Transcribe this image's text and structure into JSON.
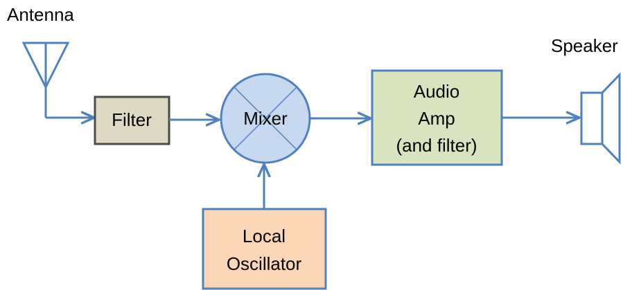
{
  "labels": {
    "antenna": "Antenna",
    "speaker": "Speaker"
  },
  "blocks": {
    "filter": "Filter",
    "mixer": "Mixer",
    "audio_amp": [
      "Audio",
      "Amp",
      "(and filter)"
    ],
    "local_oscillator": [
      "Local",
      "Oscillator"
    ]
  },
  "colors": {
    "line": "#4f81bd",
    "filter_fill": "#ddd9c3",
    "filter_stroke": "#4a4a4a",
    "mixer_fill": "#c6d9f1",
    "audio_fill": "#d7e4bd",
    "audio_stroke": "#4f81bd",
    "osc_fill": "#fcd5b5",
    "osc_stroke": "#4f81bd"
  }
}
